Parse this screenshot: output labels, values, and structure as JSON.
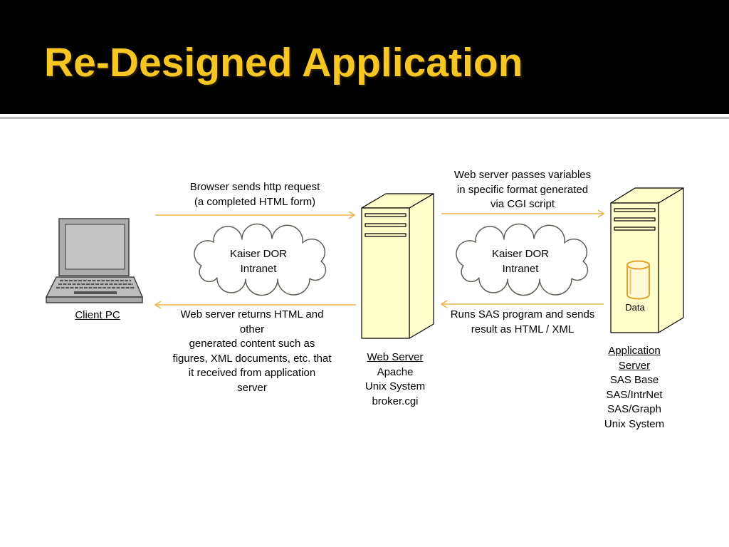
{
  "slide": {
    "title": "Re-Designed Application"
  },
  "colors": {
    "header_background": "#000000",
    "title": "#F5C624",
    "arrow": "#E8B64C",
    "server_fill": "#FFFFCC",
    "database_outline": "#E2A22C",
    "cloud_outline": "#5F5F55"
  },
  "client_pc": {
    "icon": "laptop-icon",
    "label": "Client PC"
  },
  "request": {
    "lines": [
      "Browser sends http request",
      "(a completed HTML form)"
    ]
  },
  "intranet_left": {
    "icon": "cloud-icon",
    "lines": [
      "Kaiser DOR",
      "Intranet"
    ]
  },
  "response": {
    "lines": [
      "Web server returns HTML and",
      "other",
      "generated content such as",
      "figures, XML documents, etc. that",
      "it received from application",
      "server"
    ]
  },
  "web_server": {
    "icon": "server-tower-icon",
    "label": "Web Server",
    "details": [
      "Apache",
      "Unix System",
      "broker.cgi"
    ]
  },
  "cgi_request": {
    "lines": [
      "Web server passes variables",
      "in specific format generated",
      "via CGI script"
    ]
  },
  "intranet_right": {
    "icon": "cloud-icon",
    "lines": [
      "Kaiser DOR",
      "Intranet"
    ]
  },
  "sas_response": {
    "lines": [
      "Runs SAS program and sends",
      "result as HTML / XML"
    ]
  },
  "application_server": {
    "icon": "server-tower-icon",
    "label_lines": [
      "Application",
      "Server"
    ],
    "details": [
      "SAS Base",
      "SAS/IntrNet",
      "SAS/Graph",
      "Unix System"
    ],
    "database": {
      "icon": "database-icon",
      "label": "Data"
    }
  }
}
